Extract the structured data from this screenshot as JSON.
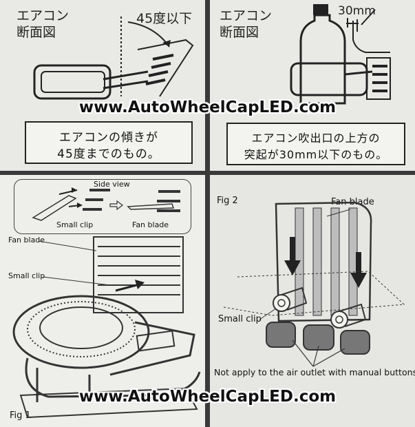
{
  "panel_jp_left": {
    "title_line1": "エアコン",
    "title_line2": "断面図",
    "angle_label": "45度以下",
    "caption_line1": "エアコンの傾きが",
    "caption_line2": "45度までのもの。"
  },
  "panel_jp_right": {
    "title_line1": "エアコン",
    "title_line2": "断面図",
    "size_label": "30mm",
    "caption_line1": "エアコン吹出口の上方の",
    "caption_line2": "突起が30mm以下のもの。"
  },
  "fig1": {
    "side_view_label": "Side view",
    "small_clip_inset_label": "Small clip",
    "fan_blade_inset_label": "Fan blade",
    "fan_blade_label": "Fan blade",
    "small_clip_label": "Small clip",
    "fig_label": "Fig 1"
  },
  "fig2": {
    "fig_label": "Fig 2",
    "fan_blade_label": "Fan blade",
    "small_clip_label": "Small clip",
    "note": "Not apply to the  air outlet with manual buttons"
  },
  "watermark": "www.AutoWheelCapLED.com",
  "colors": {
    "panel_bg": "#e9e9e6",
    "border": "#3a3a3a",
    "ink": "#222222",
    "button_fill": "#777777"
  }
}
